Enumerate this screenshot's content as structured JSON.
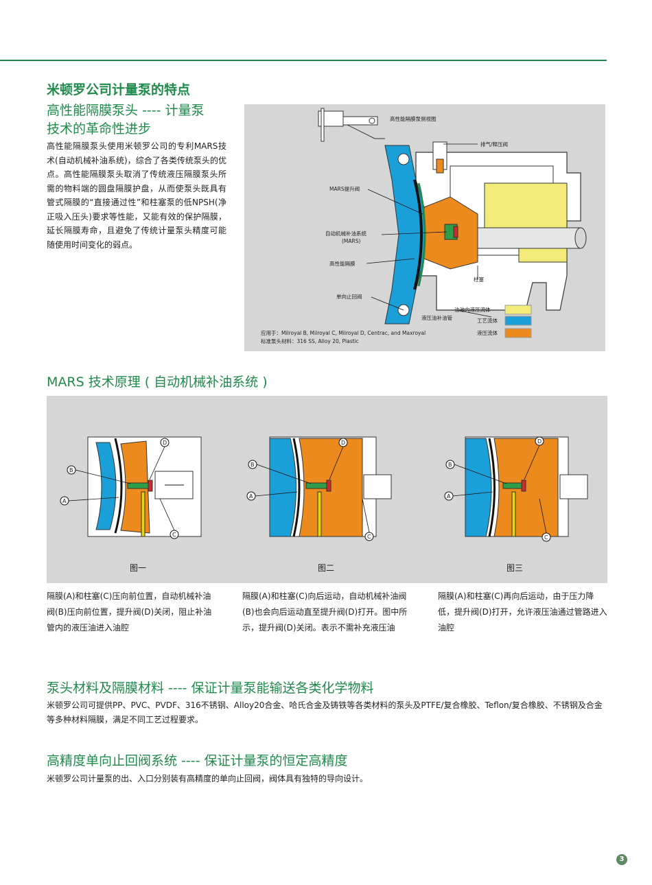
{
  "headings": {
    "main": "米顿罗公司计量泵的特点",
    "sub_line1": "高性能隔膜泵头 ---- 计量泵",
    "sub_line2": "技术的革命性进步",
    "mars": "MARS 技术原理 ( 自动机械补油系统 )",
    "materials": "泵头材料及隔膜材料 ---- 保证计量泵能输送各类化学物料",
    "check_valve": "高精度单向止回阀系统 ---- 保证计量泵的恒定高精度"
  },
  "intro_text": "高性能隔膜泵头使用米顿罗公司的专利MARS技术(自动机械补油系统)，综合了各类传统泵头的优点。高性能隔膜泵头取消了传统液压隔膜泵头所需的物料端的圆盘隔膜护盘，从而使泵头既具有管式隔膜的“直接通过性”和柱塞泵的低NPSH(净正吸入压头)要求等性能，又能有效的保护隔膜，延长隔膜寿命，且避免了传统计量泵头精度可能随使用时间变化的弱点。",
  "figure_main": {
    "side_view_label": "高性能隔膜泵侧视图",
    "labels": {
      "vent": "排气/释压阀",
      "mars_valve": "MARS提升阀",
      "mars_system": "自动机械补油系统",
      "mars_abbr": "(MARS)",
      "diaphragm": "高性能隔膜",
      "check_valve": "单向止回阀",
      "plunger": "柱塞",
      "refill_tube": "液压油补油管"
    },
    "legend": [
      {
        "label": "油池内液压流体",
        "color": "#f4ec7a"
      },
      {
        "label": "工艺流体",
        "color": "#1a9fd8"
      },
      {
        "label": "液压流体",
        "color": "#ec8a1e"
      }
    ],
    "applies_to": "应用于：Milroyal B, Milroyal C, Milroyal D, Centrac, and Maxroyal",
    "materials": "标准泵头材料：316 SS, Alloy 20, Plastic"
  },
  "mars_figures": [
    {
      "caption": "图一",
      "text": "隔膜(A)和柱塞(C)压向前位置，自动机械补油阀(B)压向前位置，提升阀(D)关闭，阻止补油管内的液压油进入油腔"
    },
    {
      "caption": "图二",
      "text": "隔膜(A)和柱塞(C)向后运动，自动机械补油阀(B)也会向后运动直至提升阀(D)打开。图中所示，提升阀(D)关闭。表示不需补充液压油"
    },
    {
      "caption": "图三",
      "text": "隔膜(A)和柱塞(C)再向后运动，由于压力降低，提升阀(D)打开，允许液压油通过管路进入油腔"
    }
  ],
  "mars_callouts": [
    "A",
    "B",
    "C",
    "D"
  ],
  "materials_text": "米顿罗公司可提供PP、PVC、PVDF、316不锈钢、Alloy20合金、哈氏合金及铸铁等各类材料的泵头及PTFE/复合橡胶、Teflon/复合橡胶、不锈钢及合金等多种材料隔膜，满足不同工艺过程要求。",
  "check_valve_text": "米顿罗公司计量泵的出、入口分别装有高精度的单向止回阀，阀体具有独特的导向设计。",
  "page_number": "3"
}
